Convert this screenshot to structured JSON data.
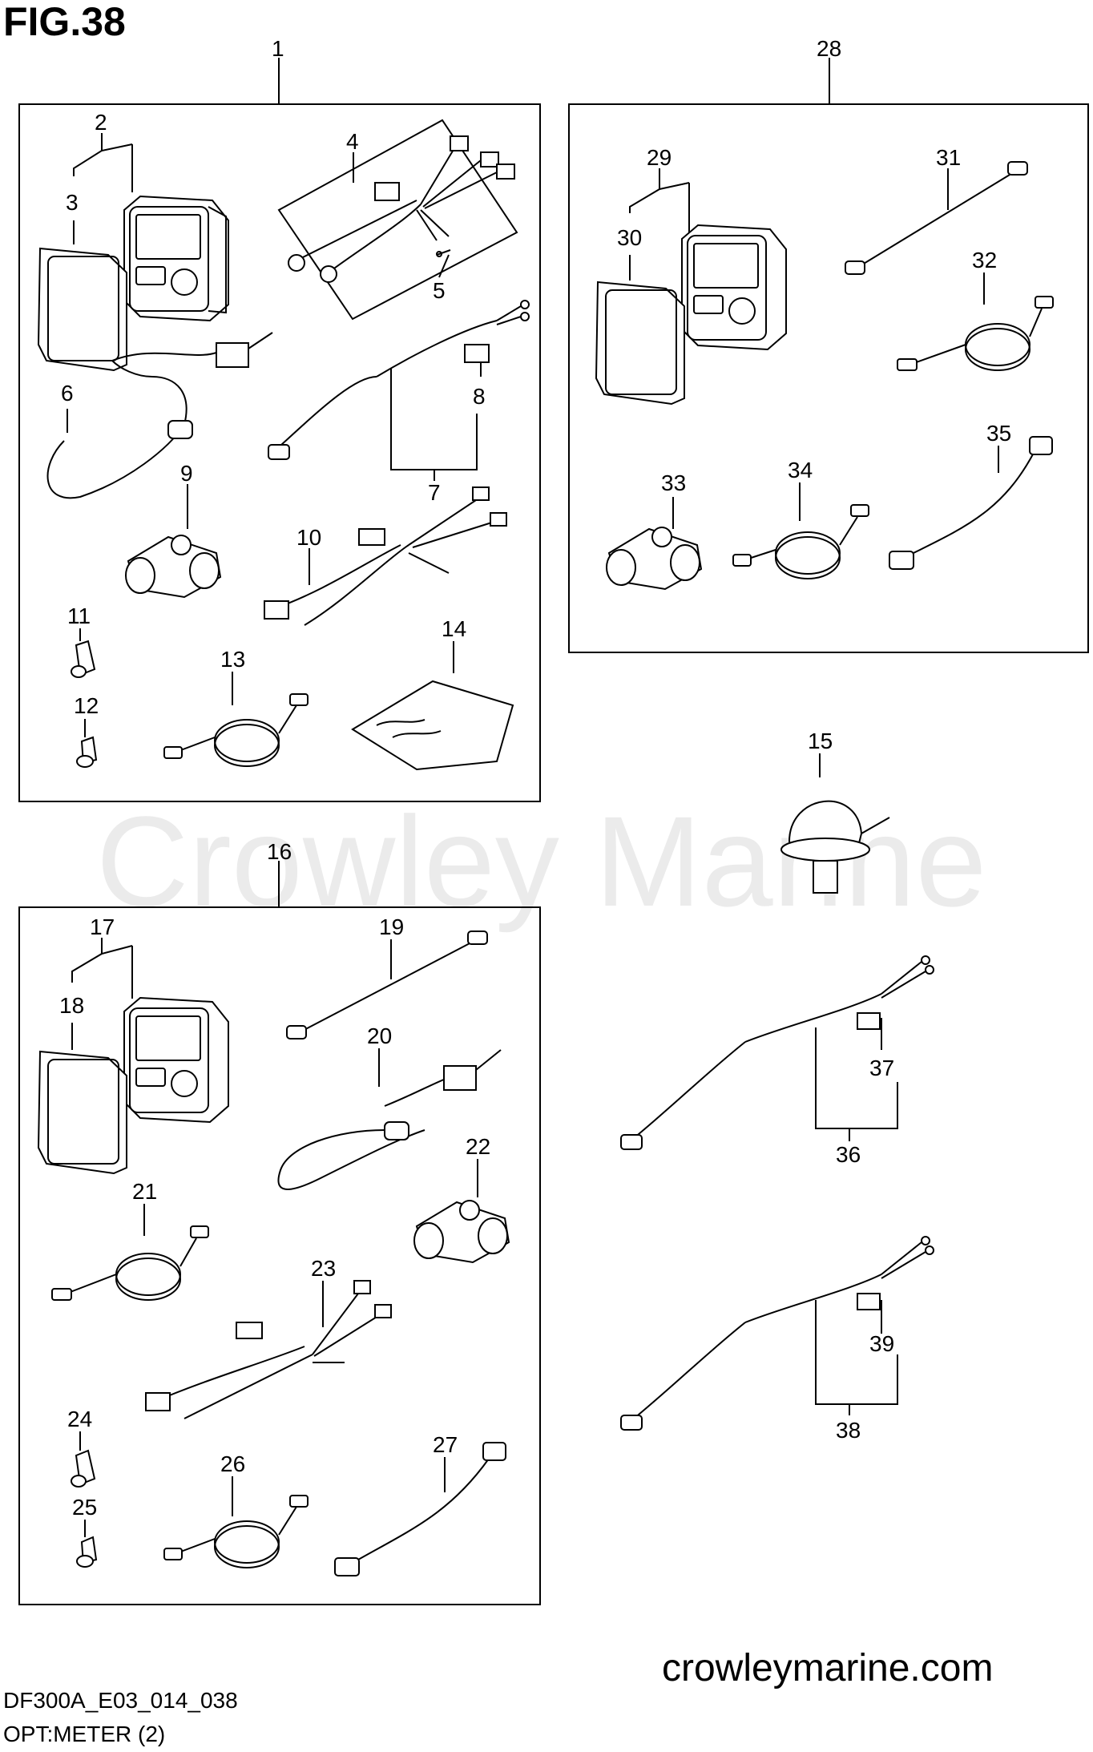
{
  "figure": {
    "title": "FIG.38",
    "watermark": "Crowley Marine",
    "website": "crowleymarine.com",
    "drawing_code": "DF300A_E03_014_038",
    "subtitle": "OPT:METER (2)"
  },
  "callouts": [
    "1",
    "2",
    "3",
    "4",
    "5",
    "6",
    "7",
    "8",
    "9",
    "10",
    "11",
    "12",
    "13",
    "14",
    "15",
    "16",
    "17",
    "18",
    "19",
    "20",
    "21",
    "22",
    "23",
    "24",
    "25",
    "26",
    "27",
    "28",
    "29",
    "30",
    "31",
    "32",
    "33",
    "34",
    "35",
    "36",
    "37",
    "38",
    "39"
  ],
  "colors": {
    "line": "#000000",
    "background": "#ffffff",
    "watermark": "#ebebeb"
  }
}
